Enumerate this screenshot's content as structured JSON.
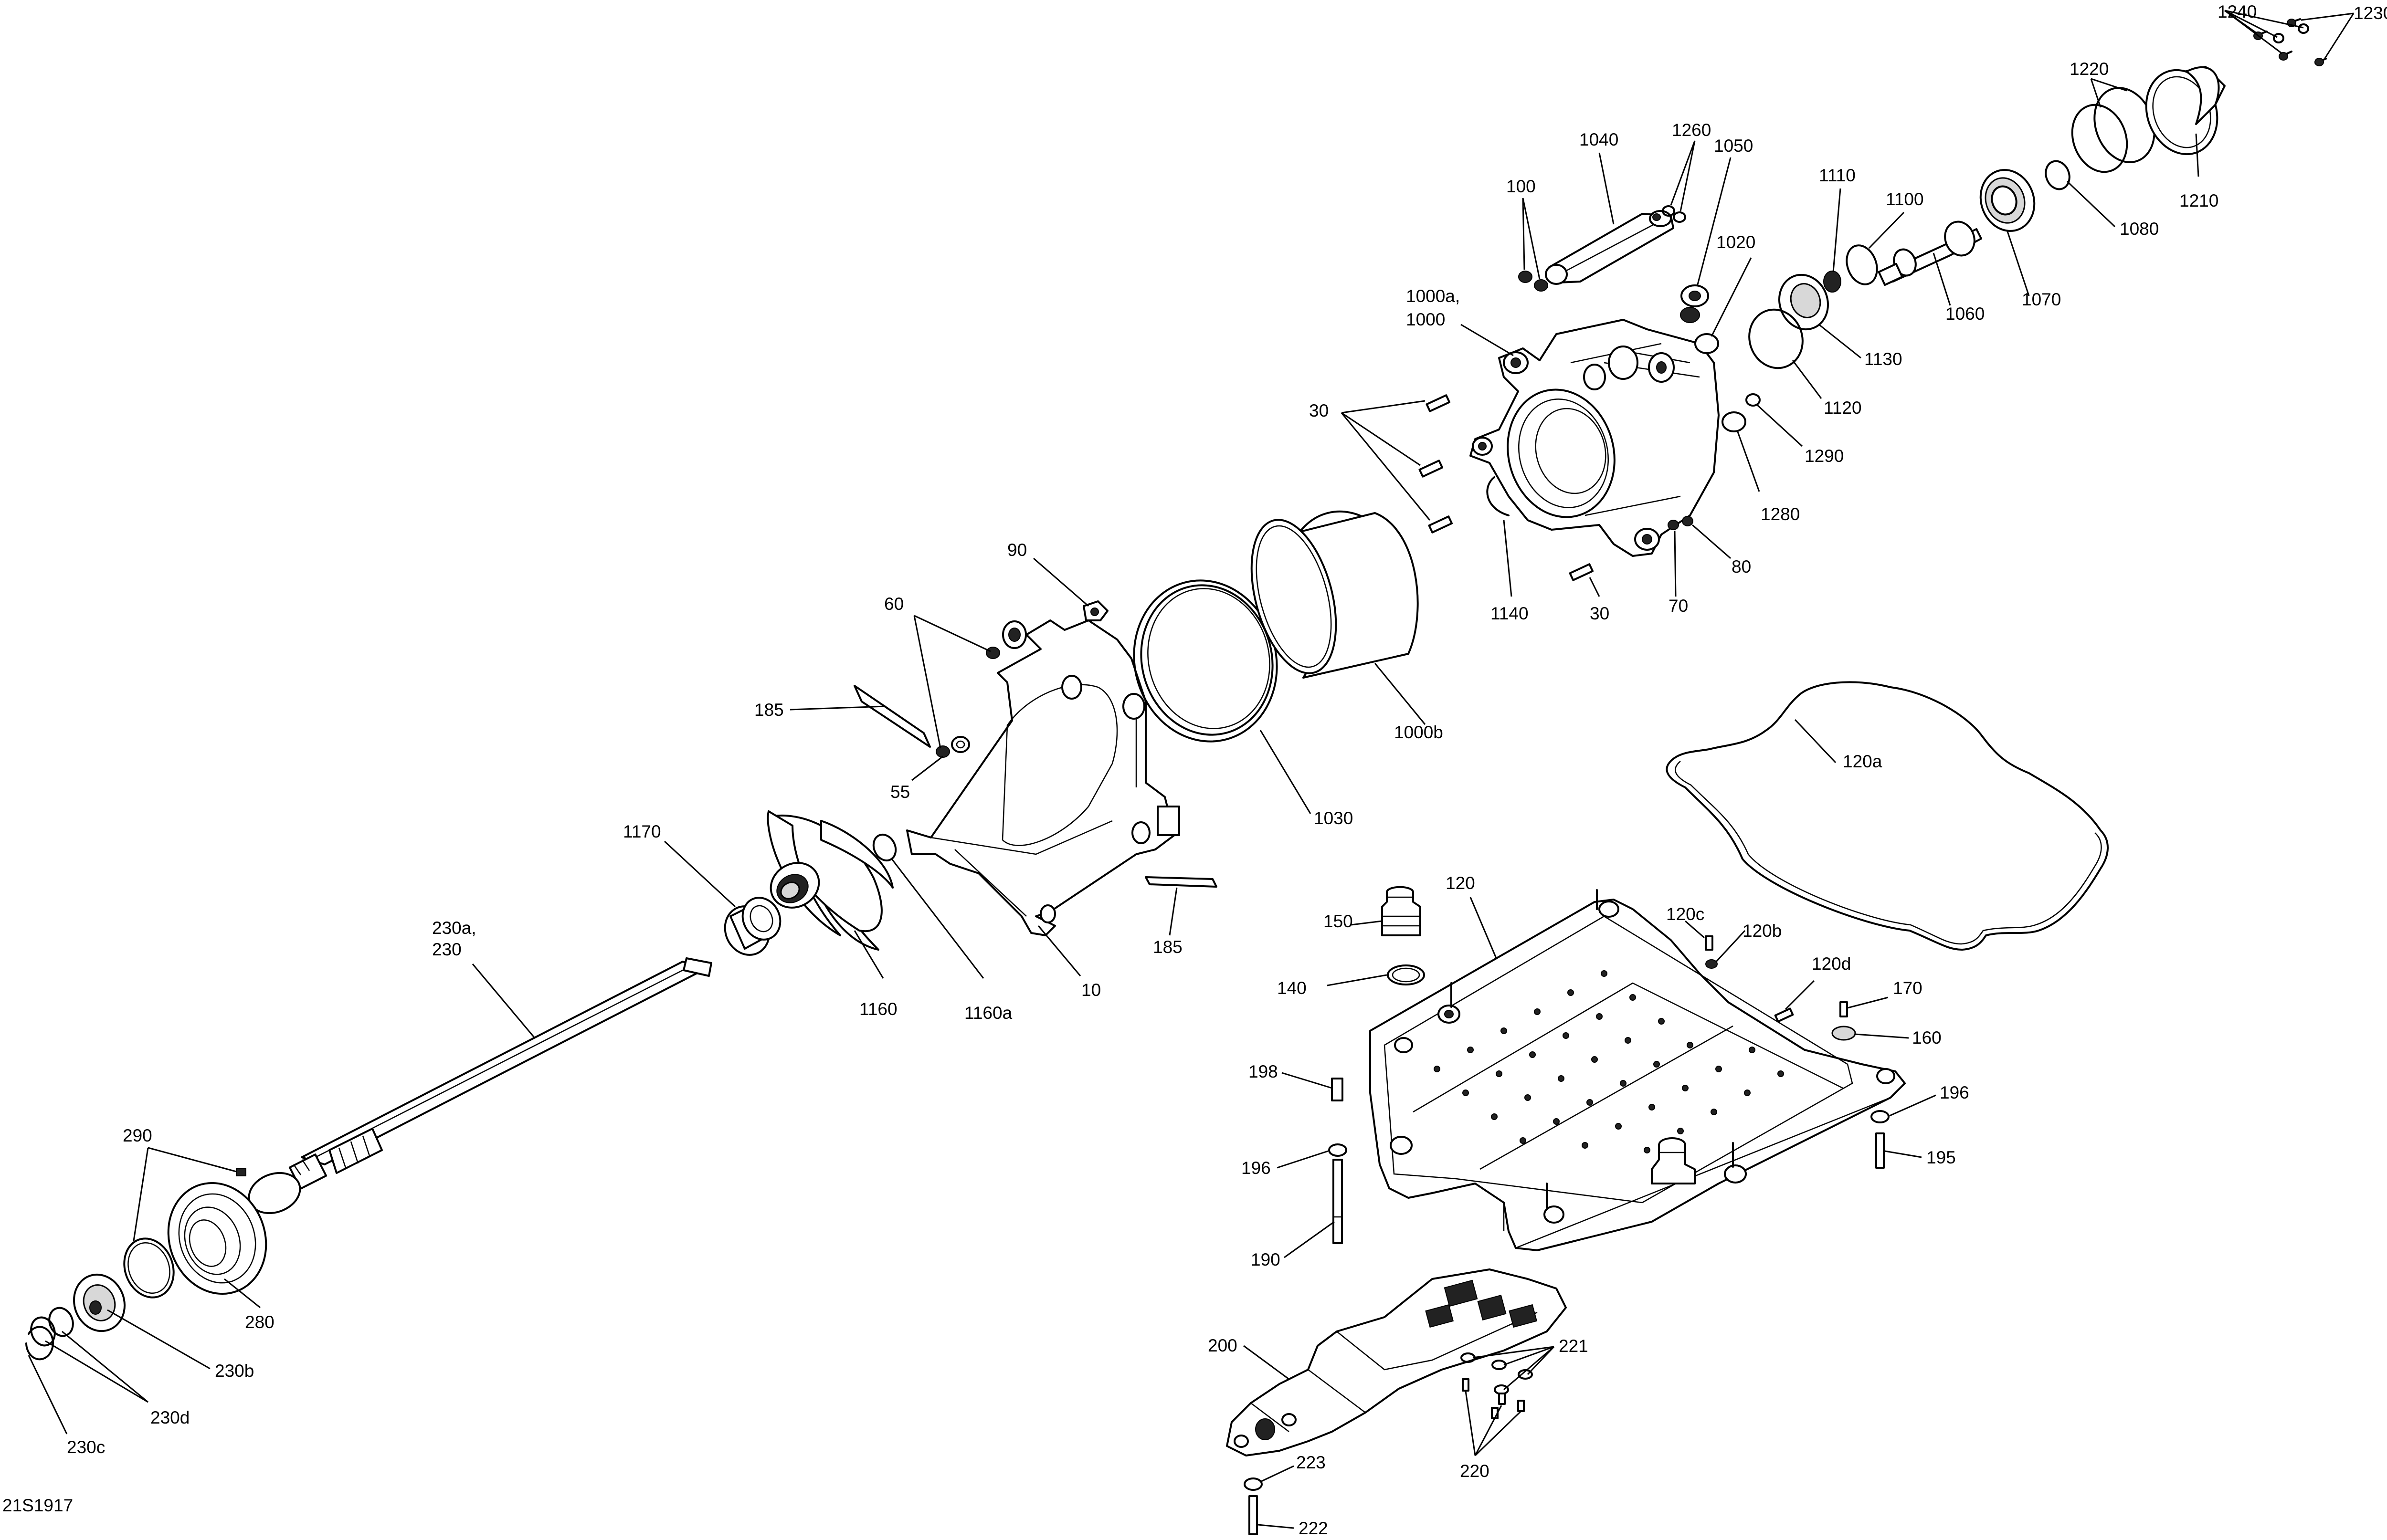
{
  "diagram": {
    "type": "exploded-parts-diagram",
    "reference_code": "21S1917",
    "callouts": {
      "c10": "10",
      "c30a": "30",
      "c30b": "30",
      "c55": "55",
      "c60": "60",
      "c70": "70",
      "c80": "80",
      "c90": "90",
      "c100": "100",
      "c120": "120",
      "c120a": "120a",
      "c120b": "120b",
      "c120c": "120c",
      "c120d": "120d",
      "c140": "140",
      "c150": "150",
      "c160": "160",
      "c170": "170",
      "c185a": "185",
      "c185b": "185",
      "c190": "190",
      "c195": "195",
      "c196a": "196",
      "c196b": "196",
      "c198": "198",
      "c200": "200",
      "c220": "220",
      "c221": "221",
      "c222": "222",
      "c223": "223",
      "c230a_1": "230a,",
      "c230a_2": "230",
      "c230b": "230b",
      "c230c": "230c",
      "c230d": "230d",
      "c280": "280",
      "c290": "290",
      "c1000a_1": "1000a,",
      "c1000a_2": "1000",
      "c1000b": "1000b",
      "c1020": "1020",
      "c1030": "1030",
      "c1040": "1040",
      "c1050": "1050",
      "c1060": "1060",
      "c1070": "1070",
      "c1080": "1080",
      "c1100": "1100",
      "c1110": "1110",
      "c1120": "1120",
      "c1130": "1130",
      "c1140": "1140",
      "c1160": "1160",
      "c1160a": "1160a",
      "c1170": "1170",
      "c1210": "1210",
      "c1220": "1220",
      "c1230": "1230",
      "c1240": "1240",
      "c1260": "1260",
      "c1280": "1280",
      "c1290": "1290"
    }
  }
}
